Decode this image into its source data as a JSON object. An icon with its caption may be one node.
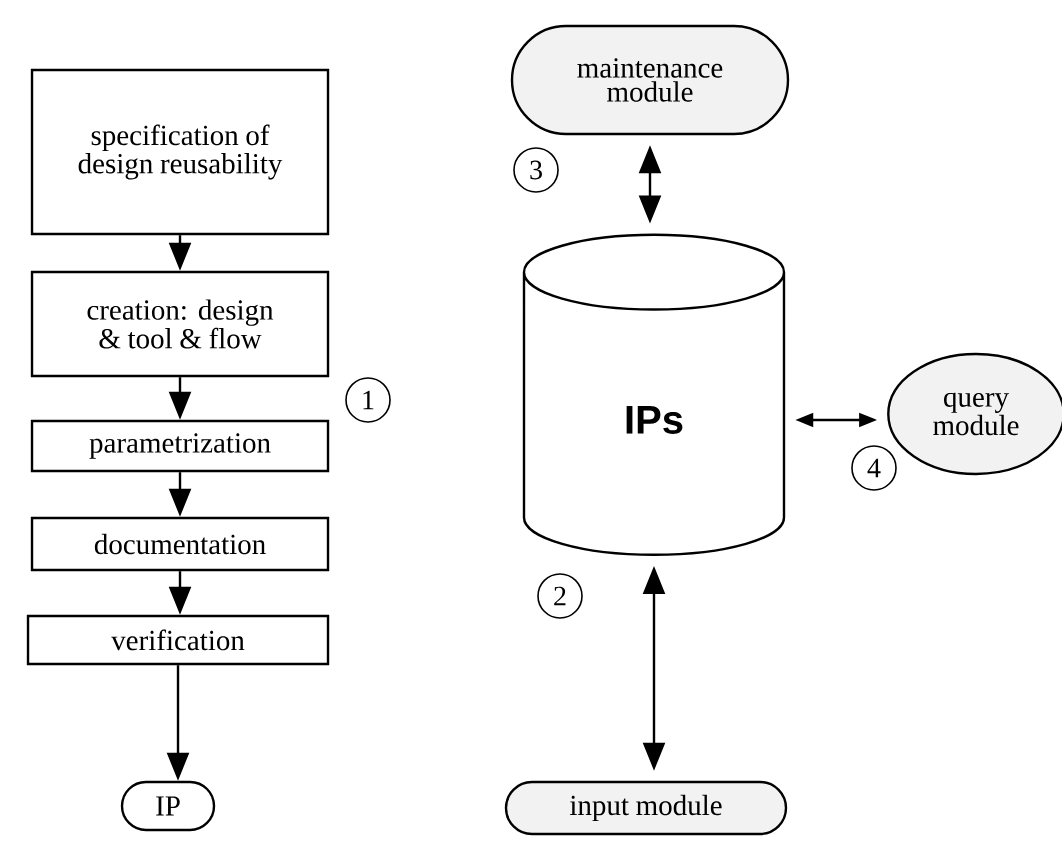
{
  "diagram": {
    "nodes": [
      {
        "text": [
          "specification of design reusability"
        ]
      },
      {
        "text": [
          "creation: design & tool & flow"
        ]
      },
      {
        "text": [
          "parametrization"
        ]
      },
      {
        "text": [
          "documentation"
        ]
      },
      {
        "text": [
          "verification"
        ]
      },
      {
        "text": [
          "IP"
        ]
      },
      {
        "text": [
          "maintenance module"
        ]
      },
      {
        "text": [
          "IPs"
        ]
      },
      {
        "text": [
          "query module"
        ]
      },
      {
        "text": [
          "input module"
        ]
      }
    ],
    "edges": [
      {
        "from": 0,
        "to": 1,
        "arrow": "to"
      },
      {
        "from": 1,
        "to": 2,
        "arrow": "to"
      },
      {
        "from": 2,
        "to": 3,
        "arrow": "to"
      },
      {
        "from": 3,
        "to": 4,
        "arrow": "to"
      },
      {
        "from": 4,
        "to": 5,
        "arrow": "to"
      },
      {
        "from": 6,
        "to": 7,
        "arrow": "both"
      },
      {
        "from": 7,
        "to": 8,
        "arrow": "both"
      },
      {
        "from": 7,
        "to": 9,
        "arrow": "both"
      }
    ],
    "labels": [
      "3",
      "1",
      "4",
      "2"
    ]
  }
}
